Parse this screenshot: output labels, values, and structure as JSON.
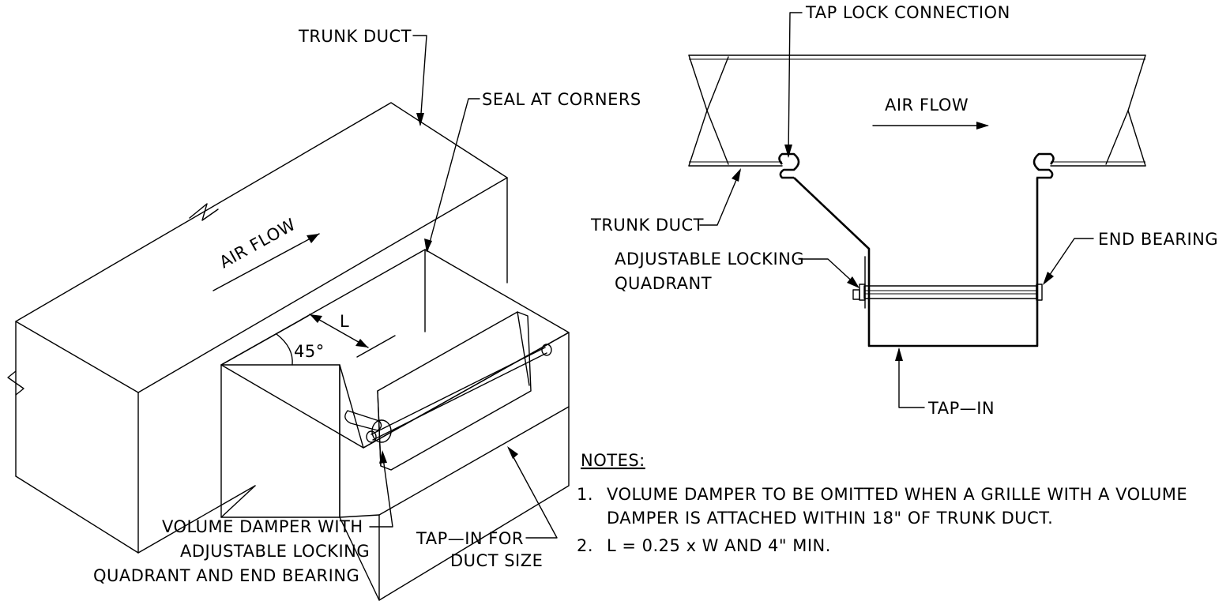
{
  "labels": {
    "trunk_duct_iso": "TRUNK DUCT",
    "seal_at_corners": "SEAL AT CORNERS",
    "air_flow_iso": "AIR FLOW",
    "dim_l": "L",
    "angle": "45°",
    "volume_damper_1": "VOLUME DAMPER WITH",
    "volume_damper_2": "ADJUSTABLE LOCKING",
    "volume_damper_3": "QUADRANT AND END BEARING",
    "tap_in_for_1": "TAP—IN FOR",
    "tap_in_for_2": "DUCT SIZE",
    "tap_lock_connection": "TAP LOCK CONNECTION",
    "air_flow_section": "AIR FLOW",
    "trunk_duct_section": "TRUNK DUCT",
    "adjustable_locking_1": "ADJUSTABLE LOCKING",
    "adjustable_locking_2": "QUADRANT",
    "end_bearing": "END BEARING",
    "tap_in": "TAP—IN"
  },
  "notes": {
    "heading": "NOTES:",
    "items": [
      {
        "num": "1.",
        "line1": "VOLUME DAMPER TO BE OMITTED WHEN A GRILLE WITH A VOLUME",
        "line2": "DAMPER IS ATTACHED WITHIN 18\" OF TRUNK DUCT."
      },
      {
        "num": "2.",
        "line1": "L = 0.25 x W AND 4\" MIN.",
        "line2": ""
      }
    ]
  },
  "colors": {
    "ink": "#000000",
    "paper": "#ffffff"
  }
}
